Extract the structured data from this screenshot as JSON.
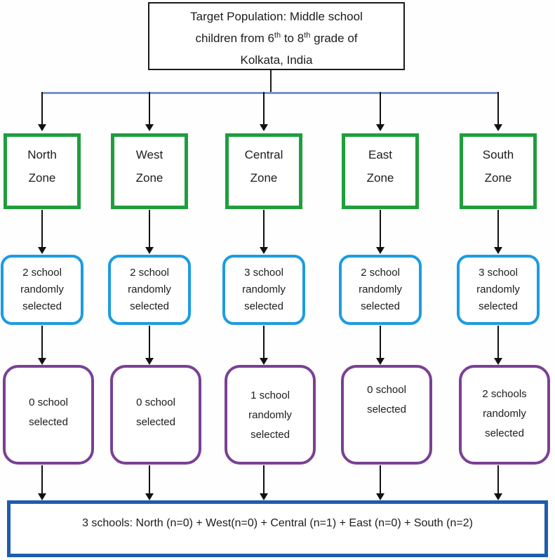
{
  "diagram": {
    "top_box": {
      "line1": "Target Population: Middle school",
      "line2": {
        "t1": "children from 6",
        "sup1": "th",
        "t2": " to 8",
        "sup2": "th",
        "t3": " grade of"
      },
      "line3": "Kolkata, India"
    },
    "columns": [
      {
        "zone": {
          "line1": "North",
          "line2": "Zone"
        },
        "sampling": {
          "line1": "2 school",
          "line2": "randomly",
          "line3": "selected"
        },
        "selection": {
          "line1": "0 school",
          "line2": "selected"
        }
      },
      {
        "zone": {
          "line1": "West",
          "line2": "Zone"
        },
        "sampling": {
          "line1": "2 school",
          "line2": "randomly",
          "line3": "selected"
        },
        "selection": {
          "line1": "0 school",
          "line2": "selected"
        }
      },
      {
        "zone": {
          "line1": "Central",
          "line2": "Zone"
        },
        "sampling": {
          "line1": "3 school",
          "line2": "randomly",
          "line3": "selected"
        },
        "selection": {
          "line1": "1 school",
          "line2": "randomly",
          "line3": "selected"
        }
      },
      {
        "zone": {
          "line1": "East",
          "line2": "Zone"
        },
        "sampling": {
          "line1": "2 school",
          "line2": "randomly",
          "line3": "selected"
        },
        "selection": {
          "line1": "0 school",
          "line2": "selected"
        }
      },
      {
        "zone": {
          "line1": "South",
          "line2": "Zone"
        },
        "sampling": {
          "line1": "3 school",
          "line2": "randomly",
          "line3": "selected"
        },
        "selection": {
          "line1": "2 schools",
          "line2": "randomly",
          "line3": "selected"
        }
      }
    ],
    "summary_box": {
      "text": "3 schools: North (n=0) + West(n=0) + Central (n=1) + East (n=0) + South (n=2)"
    },
    "colors": {
      "zone_border": "#1f9e3d",
      "sampling_border": "#1b9ce2",
      "selection_border": "#7a4096",
      "summary_border": "#1e5cad",
      "top_box_border": "#1a1a1a",
      "connector_line": "#7495c8",
      "arrow": "#111111"
    }
  }
}
